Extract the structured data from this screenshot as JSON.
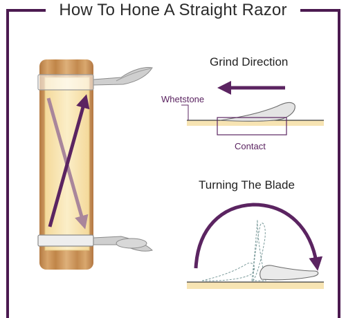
{
  "title": "How To Hone A Straight Razor",
  "grind": {
    "heading": "Grind Direction",
    "whetstone_label": "Whetstone",
    "contact_label": "Contact"
  },
  "turning": {
    "heading": "Turning The Blade"
  },
  "colors": {
    "frame": "#4b1a50",
    "accent": "#5a2360",
    "stone": "#f7e4b3",
    "wood": "#c58a4e",
    "arrow_light": "#a9869b"
  }
}
